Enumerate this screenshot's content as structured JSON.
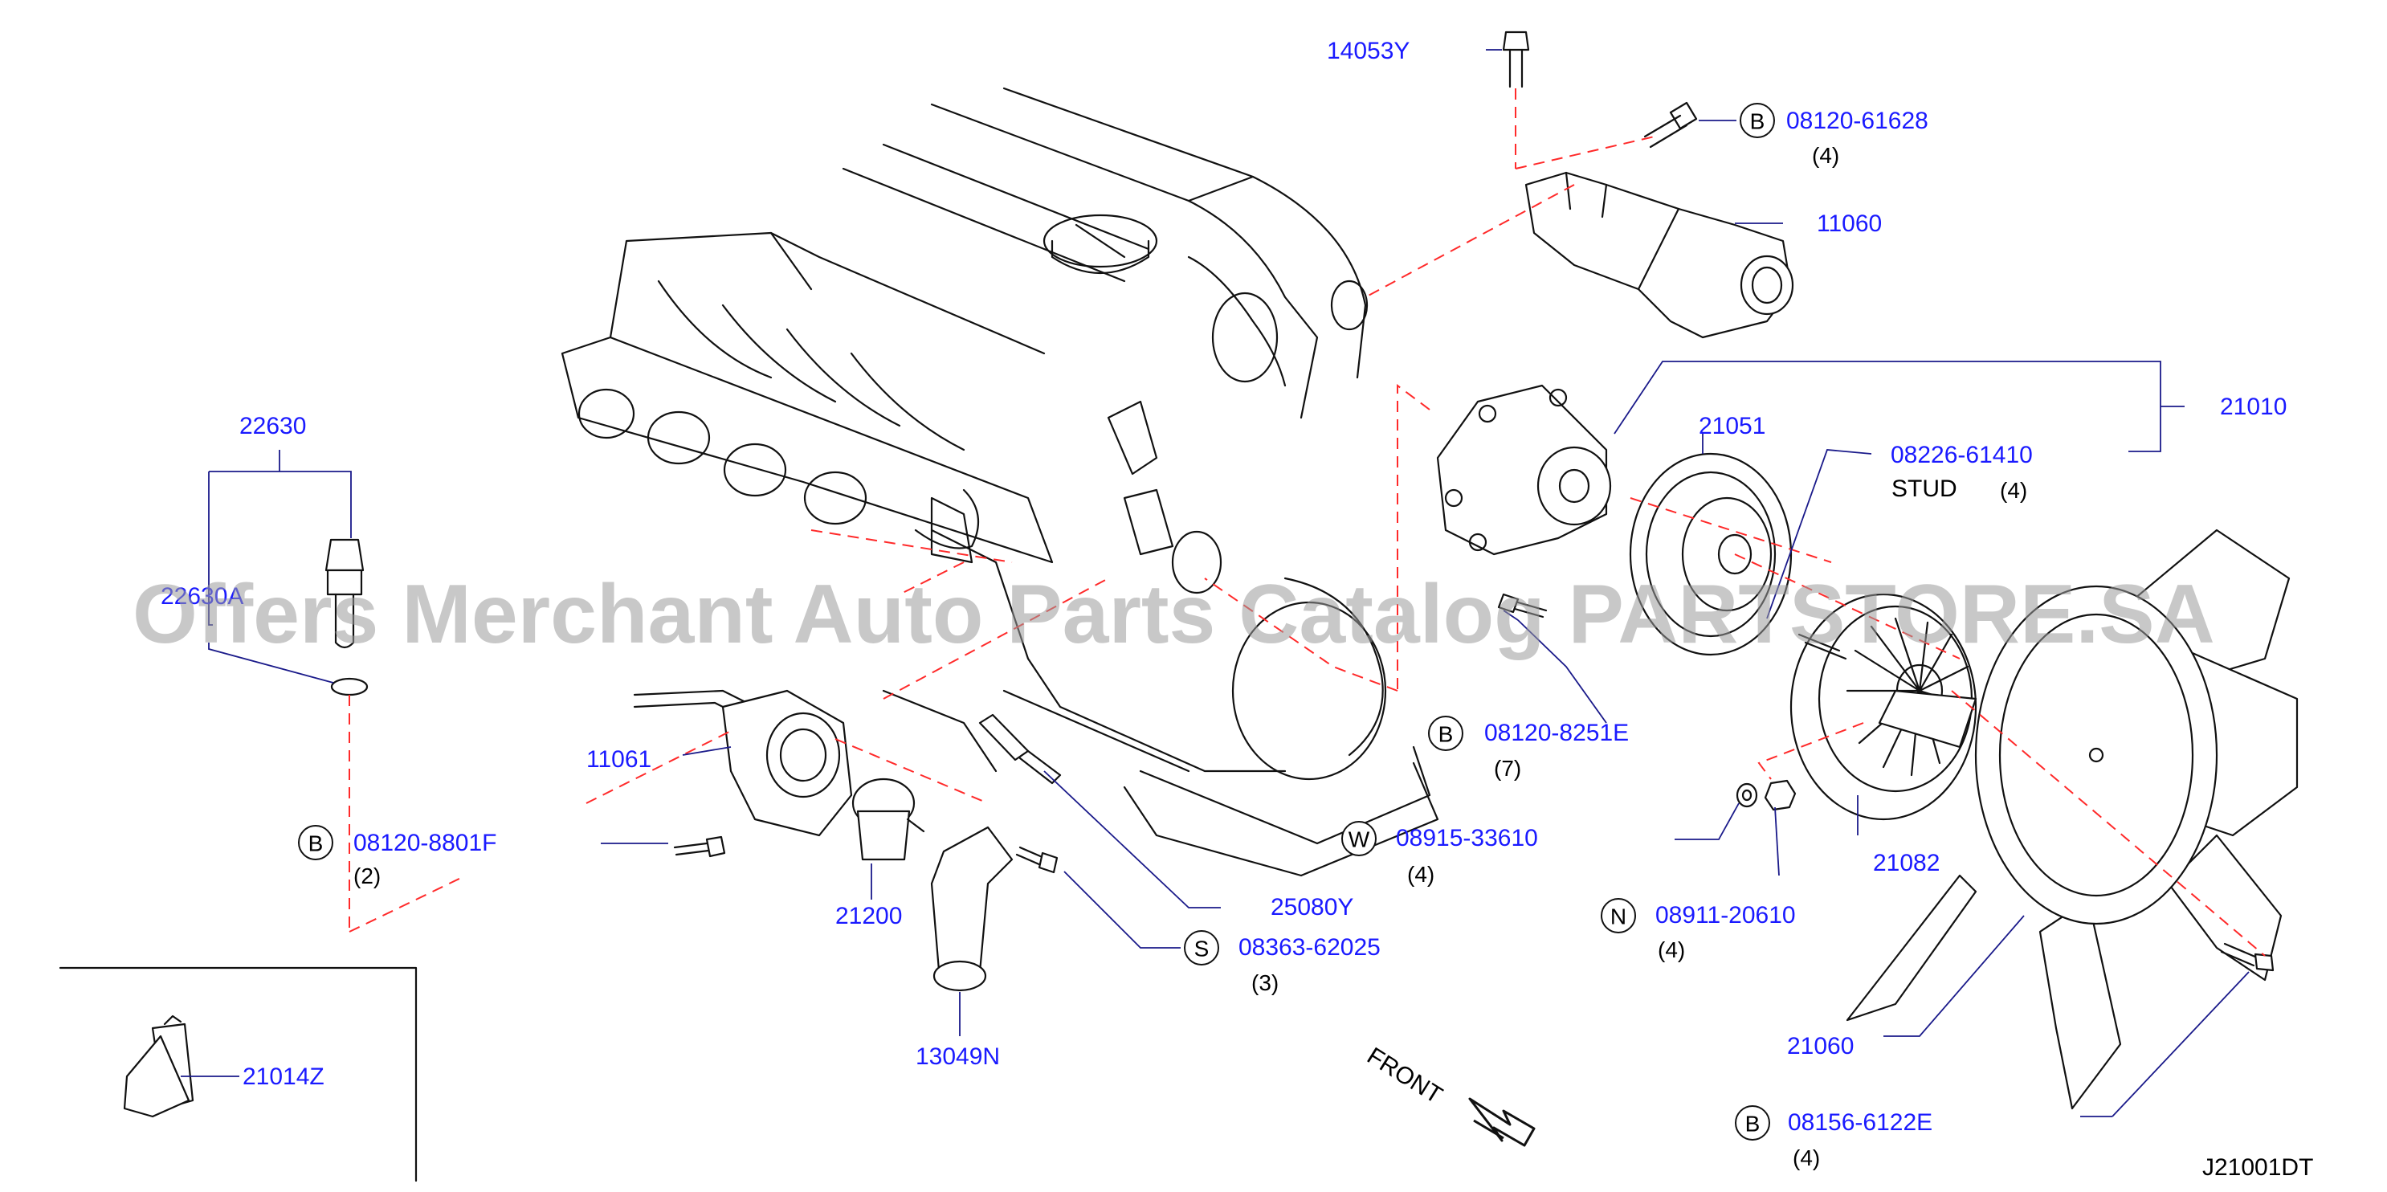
{
  "watermark": "Offers Merchant Auto Parts Catalog PARTSTORE.SA",
  "diagram_code": "J21001DT",
  "front_label": "FRONT",
  "parts": {
    "p14053Y": "14053Y",
    "p08120_61628": "08120-61628",
    "p11060": "11060",
    "p21010": "21010",
    "p21051": "21051",
    "p08226_61410": "08226-61410",
    "stud_label": "STUD",
    "p22630": "22630",
    "p22630A": "22630A",
    "p11061": "11061",
    "p08120_8801F": "08120-8801F",
    "p08120_8251E": "08120-8251E",
    "p08915_33610": "08915-33610",
    "p21082": "21082",
    "p25080Y": "25080Y",
    "p21200": "21200",
    "p08363_62025": "08363-62025",
    "p08911_20610": "08911-20610",
    "p13049N": "13049N",
    "p21060": "21060",
    "p21014Z": "21014Z",
    "p08156_6122E": "08156-6122E"
  },
  "quantities": {
    "q08120_61628": "(4)",
    "q08226_61410": "(4)",
    "q08120_8801F": "(2)",
    "q08120_8251E": "(7)",
    "q08915_33610": "(4)",
    "q08363_62025": "(3)",
    "q08911_20610": "(4)",
    "q08156_6122E": "(4)"
  },
  "codes": {
    "B": "B",
    "W": "W",
    "S": "S",
    "N": "N"
  },
  "colors": {
    "part_number": "#1a1aff",
    "leader": "#1a1a8a",
    "dashed_line": "#ff2a2a",
    "watermark": "#9a9a9a"
  }
}
